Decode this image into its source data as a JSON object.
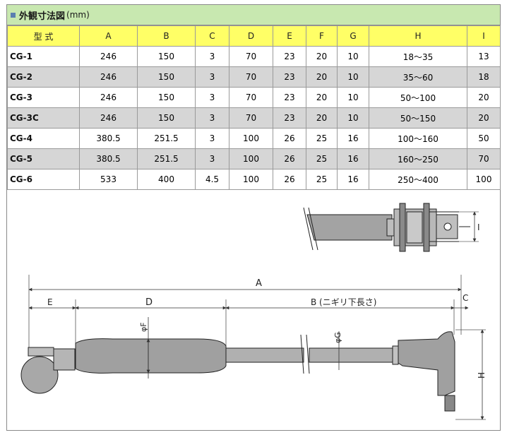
{
  "title": {
    "text": "外観寸法図",
    "unit": "(mm)"
  },
  "table": {
    "headers": [
      "型 式",
      "A",
      "B",
      "C",
      "D",
      "E",
      "F",
      "G",
      "H",
      "I"
    ],
    "rows": [
      [
        "CG-1",
        "246",
        "150",
        "3",
        "70",
        "23",
        "20",
        "10",
        "18～35",
        "13"
      ],
      [
        "CG-2",
        "246",
        "150",
        "3",
        "70",
        "23",
        "20",
        "10",
        "35～60",
        "18"
      ],
      [
        "CG-3",
        "246",
        "150",
        "3",
        "70",
        "23",
        "20",
        "10",
        "50～100",
        "20"
      ],
      [
        "CG-3C",
        "246",
        "150",
        "3",
        "70",
        "23",
        "20",
        "10",
        "50～150",
        "20"
      ],
      [
        "CG-4",
        "380.5",
        "251.5",
        "3",
        "100",
        "26",
        "25",
        "16",
        "100～160",
        "50"
      ],
      [
        "CG-5",
        "380.5",
        "251.5",
        "3",
        "100",
        "26",
        "25",
        "16",
        "160～250",
        "70"
      ],
      [
        "CG-6",
        "533",
        "400",
        "4.5",
        "100",
        "26",
        "25",
        "16",
        "250～400",
        "100"
      ]
    ]
  },
  "drawing": {
    "label_a": "A",
    "label_b": "B (ニギリ下長さ)",
    "label_c": "C",
    "label_d": "D",
    "label_e": "E",
    "label_f": "φF",
    "label_g": "φG",
    "label_h": "H",
    "label_i": "I"
  },
  "colors": {
    "title_bg": "#c8e8b0",
    "header_bg": "#ffff66",
    "shade_row": "#d6d6d6",
    "part_fill": "#a0a0a0"
  }
}
